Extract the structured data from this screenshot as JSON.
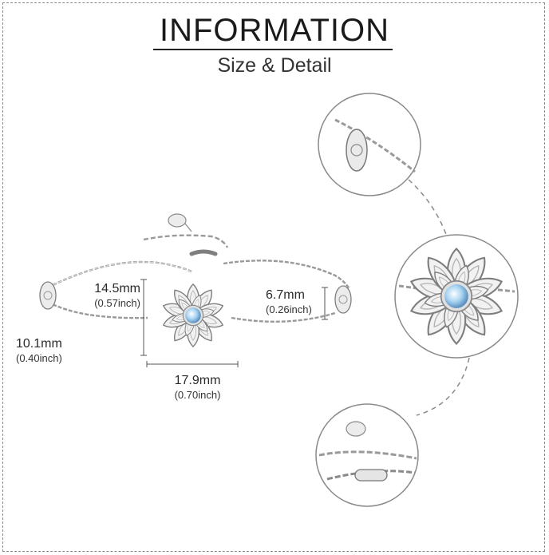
{
  "header": {
    "title": "INFORMATION",
    "subtitle": "Size & Detail"
  },
  "dimensions": {
    "height": {
      "mm": "14.5mm",
      "inch": "(0.57inch)"
    },
    "gap": {
      "mm": "6.7mm",
      "inch": "(0.26inch)"
    },
    "charm": {
      "mm": "10.1mm",
      "inch": "(0.40inch)"
    },
    "width": {
      "mm": "17.9mm",
      "inch": "(0.70inch)"
    }
  },
  "colors": {
    "frame": "#8a8a8a",
    "silver": "#c9c9c9",
    "silver_dark": "#7e7e7e",
    "moonstone": "#a8d4f2"
  },
  "icons": [
    "lotus-pendant-icon",
    "chain-icon",
    "clasp-icon",
    "tag-charm-icon"
  ]
}
